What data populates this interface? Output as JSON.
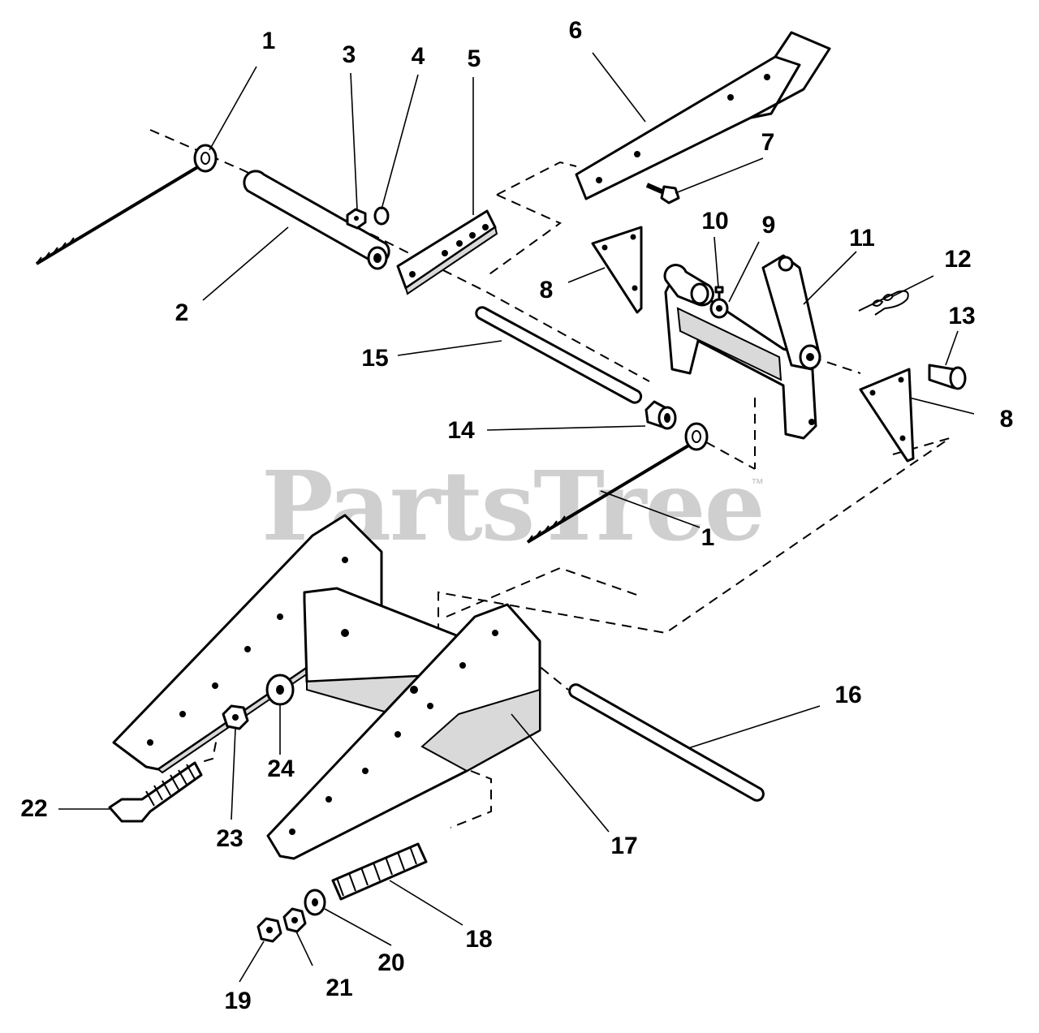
{
  "watermark": {
    "text": "PartsTree",
    "tm": "™"
  },
  "callouts": [
    {
      "id": "c1a",
      "label": "1"
    },
    {
      "id": "c2",
      "label": "2"
    },
    {
      "id": "c3",
      "label": "3"
    },
    {
      "id": "c4",
      "label": "4"
    },
    {
      "id": "c5",
      "label": "5"
    },
    {
      "id": "c6",
      "label": "6"
    },
    {
      "id": "c7",
      "label": "7"
    },
    {
      "id": "c8a",
      "label": "8"
    },
    {
      "id": "c8b",
      "label": "8"
    },
    {
      "id": "c9",
      "label": "9"
    },
    {
      "id": "c10",
      "label": "10"
    },
    {
      "id": "c11",
      "label": "11"
    },
    {
      "id": "c12",
      "label": "12"
    },
    {
      "id": "c13",
      "label": "13"
    },
    {
      "id": "c14",
      "label": "14"
    },
    {
      "id": "c15",
      "label": "15"
    },
    {
      "id": "c1b",
      "label": "1"
    },
    {
      "id": "c16",
      "label": "16"
    },
    {
      "id": "c17",
      "label": "17"
    },
    {
      "id": "c18",
      "label": "18"
    },
    {
      "id": "c19",
      "label": "19"
    },
    {
      "id": "c20",
      "label": "20"
    },
    {
      "id": "c21",
      "label": "21"
    },
    {
      "id": "c22",
      "label": "22"
    },
    {
      "id": "c23",
      "label": "23"
    },
    {
      "id": "c24",
      "label": "24"
    }
  ]
}
